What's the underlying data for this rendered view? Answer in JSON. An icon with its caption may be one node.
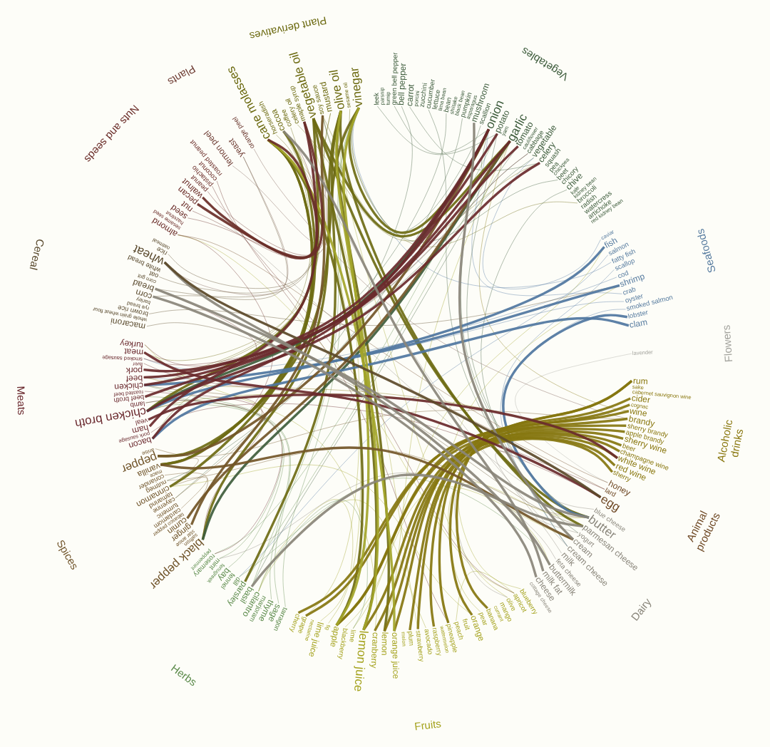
{
  "diagram": {
    "nodes": [
      {
        "text": [
          "cane molasses"
        ]
      },
      {
        "text": [
          "horseradish"
        ]
      },
      {
        "text": [
          "cocoa"
        ]
      },
      {
        "text": [
          "coffee"
        ]
      },
      {
        "text": [
          "celery oil"
        ]
      },
      {
        "text": [
          "maple syrup"
        ]
      },
      {
        "text": [
          "vegetable oil"
        ]
      },
      {
        "text": [
          "soy sauce"
        ]
      },
      {
        "text": [
          "mustard"
        ]
      },
      {
        "text": [
          "olive oil"
        ]
      },
      {
        "text": [
          "sesame oil"
        ]
      },
      {
        "text": [
          "vinegar"
        ]
      },
      {
        "text": [
          "leek"
        ]
      },
      {
        "text": [
          "parsnip"
        ]
      },
      {
        "text": [
          "turnip"
        ]
      },
      {
        "text": [
          "green bell pepper"
        ]
      },
      {
        "text": [
          "bell pepper"
        ]
      },
      {
        "text": [
          "carrot"
        ]
      },
      {
        "text": [
          "porcini"
        ]
      },
      {
        "text": [
          "zucchini"
        ]
      },
      {
        "text": [
          "cucumber"
        ]
      },
      {
        "text": [
          "lettuce"
        ]
      },
      {
        "text": [
          "lima bean"
        ]
      },
      {
        "text": [
          "bean"
        ]
      },
      {
        "text": [
          "shiitake"
        ]
      },
      {
        "text": [
          "black bean"
        ]
      },
      {
        "text": [
          "pumpkin"
        ]
      },
      {
        "text": [
          "asparagus"
        ]
      },
      {
        "text": [
          "mushroom"
        ]
      },
      {
        "text": [
          "scallion"
        ]
      },
      {
        "text": [
          "onion"
        ]
      },
      {
        "text": [
          "potato"
        ]
      },
      {
        "text": [
          "yam"
        ]
      },
      {
        "text": [
          "garlic"
        ]
      },
      {
        "text": [
          "tomato"
        ]
      },
      {
        "text": [
          "cauliflower"
        ]
      },
      {
        "text": [
          "cabbage"
        ]
      },
      {
        "text": [
          "vegetable"
        ]
      },
      {
        "text": [
          "celery"
        ]
      },
      {
        "text": [
          "squash"
        ]
      },
      {
        "text": [
          "pea"
        ]
      },
      {
        "text": [
          "chickpea"
        ]
      },
      {
        "text": [
          "beet"
        ]
      },
      {
        "text": [
          "chicory"
        ]
      },
      {
        "text": [
          "chive"
        ]
      },
      {
        "text": [
          "kale"
        ]
      },
      {
        "text": [
          "kidney bean"
        ]
      },
      {
        "text": [
          "broccoli"
        ]
      },
      {
        "text": [
          "radish"
        ]
      },
      {
        "text": [
          "watercress"
        ]
      },
      {
        "text": [
          "artichoke"
        ]
      },
      {
        "text": [
          "red kidney bean"
        ]
      },
      {
        "text": [
          "caviar"
        ]
      },
      {
        "text": [
          "fish"
        ]
      },
      {
        "text": [
          "salmon"
        ]
      },
      {
        "text": [
          "fatty fish"
        ]
      },
      {
        "text": [
          "scallop"
        ]
      },
      {
        "text": [
          "cod"
        ]
      },
      {
        "text": [
          "shrimp"
        ]
      },
      {
        "text": [
          "crab"
        ]
      },
      {
        "text": [
          "oyster"
        ]
      },
      {
        "text": [
          "smoked salmon"
        ]
      },
      {
        "text": [
          "lobster"
        ]
      },
      {
        "text": [
          "clam"
        ]
      },
      {
        "text": [
          "lavender"
        ]
      },
      {
        "text": [
          "rum"
        ]
      },
      {
        "text": [
          "sake"
        ]
      },
      {
        "text": [
          "cabernet sauvignon wine"
        ]
      },
      {
        "text": [
          "cider"
        ]
      },
      {
        "text": [
          "cognac"
        ]
      },
      {
        "text": [
          "wine"
        ]
      },
      {
        "text": [
          "brandy"
        ]
      },
      {
        "text": [
          "sherry brandy"
        ]
      },
      {
        "text": [
          "apple brandy"
        ]
      },
      {
        "text": [
          "sherry wine"
        ]
      },
      {
        "text": [
          "beer"
        ]
      },
      {
        "text": [
          "champagne wine"
        ]
      },
      {
        "text": [
          "white wine"
        ]
      },
      {
        "text": [
          "red wine"
        ]
      },
      {
        "text": [
          "sherry"
        ]
      },
      {
        "text": [
          "honey"
        ]
      },
      {
        "text": [
          "lard"
        ]
      },
      {
        "text": [
          "egg"
        ]
      },
      {
        "text": [
          "blue cheese"
        ]
      },
      {
        "text": [
          "butter"
        ]
      },
      {
        "text": [
          "parmesan cheese"
        ]
      },
      {
        "text": [
          "yogurt"
        ]
      },
      {
        "text": [
          "cream"
        ]
      },
      {
        "text": [
          "cream cheese"
        ]
      },
      {
        "text": [
          "milk"
        ]
      },
      {
        "text": [
          "feta cheese"
        ]
      },
      {
        "text": [
          "buttermilk"
        ]
      },
      {
        "text": [
          "milk fat"
        ]
      },
      {
        "text": [
          "cheese"
        ]
      },
      {
        "text": [
          "cottage cheese"
        ]
      },
      {
        "text": [
          "blueberry"
        ]
      },
      {
        "text": [
          "apricot"
        ]
      },
      {
        "text": [
          "olive"
        ]
      },
      {
        "text": [
          "mango"
        ]
      },
      {
        "text": [
          "currant"
        ]
      },
      {
        "text": [
          "banana"
        ]
      },
      {
        "text": [
          "pear"
        ]
      },
      {
        "text": [
          "orange"
        ]
      },
      {
        "text": [
          "fruit"
        ]
      },
      {
        "text": [
          "peach"
        ]
      },
      {
        "text": [
          "pineapple"
        ]
      },
      {
        "text": [
          "watermelon"
        ]
      },
      {
        "text": [
          "raspberry"
        ]
      },
      {
        "text": [
          "avocado"
        ]
      },
      {
        "text": [
          "strawberry"
        ]
      },
      {
        "text": [
          "plum"
        ]
      },
      {
        "text": [
          "melon"
        ]
      },
      {
        "text": [
          "orange juice"
        ]
      },
      {
        "text": [
          "lemon"
        ]
      },
      {
        "text": [
          "cranberry"
        ]
      },
      {
        "text": [
          "lemon juice"
        ]
      },
      {
        "text": [
          "lime"
        ]
      },
      {
        "text": [
          "blackberry"
        ]
      },
      {
        "text": [
          "apple"
        ]
      },
      {
        "text": [
          "fig"
        ]
      },
      {
        "text": [
          "lime juice"
        ]
      },
      {
        "text": [
          "nectarine"
        ]
      },
      {
        "text": [
          "grape"
        ]
      },
      {
        "text": [
          "cherry"
        ]
      },
      {
        "text": [
          "tarragon"
        ]
      },
      {
        "text": [
          "sage"
        ]
      },
      {
        "text": [
          "thyme"
        ]
      },
      {
        "text": [
          "marjoram"
        ]
      },
      {
        "text": [
          "cilantro"
        ]
      },
      {
        "text": [
          "basil"
        ]
      },
      {
        "text": [
          "parsley"
        ]
      },
      {
        "text": [
          "dill"
        ]
      },
      {
        "text": [
          "fennel"
        ]
      },
      {
        "text": [
          "bay"
        ]
      },
      {
        "text": [
          "fenugreek"
        ]
      },
      {
        "text": [
          "mint"
        ]
      },
      {
        "text": [
          "rosemary"
        ]
      },
      {
        "text": [
          "peppermint"
        ]
      },
      {
        "text": [
          "black pepper"
        ]
      },
      {
        "text": [
          "saffron"
        ]
      },
      {
        "text": [
          "star anise"
        ]
      },
      {
        "text": [
          "ginger"
        ]
      },
      {
        "text": [
          "cumin"
        ]
      },
      {
        "text": [
          "tabasco pepper"
        ]
      },
      {
        "text": [
          "cardamom"
        ]
      },
      {
        "text": [
          "turmeric"
        ]
      },
      {
        "text": [
          "cayenne"
        ]
      },
      {
        "text": [
          "tamarind"
        ]
      },
      {
        "text": [
          "cinnamon"
        ]
      },
      {
        "text": [
          "nutmeg"
        ]
      },
      {
        "text": [
          "coriander"
        ]
      },
      {
        "text": [
          "mace"
        ]
      },
      {
        "text": [
          "vanilla"
        ]
      },
      {
        "text": [
          "pepper"
        ]
      },
      {
        "text": [
          "anise"
        ]
      },
      {
        "text": [
          "bacon"
        ]
      },
      {
        "text": [
          "pork sausage"
        ]
      },
      {
        "text": [
          "ham"
        ]
      },
      {
        "text": [
          "veal"
        ]
      },
      {
        "text": [
          "chicken broth"
        ]
      },
      {
        "text": [
          "lamb"
        ]
      },
      {
        "text": [
          "beef broth"
        ]
      },
      {
        "text": [
          "roasted beef"
        ]
      },
      {
        "text": [
          "chicken"
        ]
      },
      {
        "text": [
          "beef"
        ]
      },
      {
        "text": [
          "pork"
        ]
      },
      {
        "text": [
          "liver"
        ]
      },
      {
        "text": [
          "smoked sausage"
        ]
      },
      {
        "text": [
          "meat"
        ]
      },
      {
        "text": [
          "turkey"
        ]
      },
      {
        "text": [
          "macaroni"
        ]
      },
      {
        "text": [
          "whole grain wheat flour"
        ]
      },
      {
        "text": [
          "brown rice"
        ]
      },
      {
        "text": [
          "rye bread"
        ]
      },
      {
        "text": [
          "barley"
        ]
      },
      {
        "text": [
          "corn"
        ]
      },
      {
        "text": [
          "bread"
        ]
      },
      {
        "text": [
          "corn grit"
        ]
      },
      {
        "text": [
          "oat"
        ]
      },
      {
        "text": [
          "white bread"
        ]
      },
      {
        "text": [
          "wheat"
        ]
      },
      {
        "text": [
          "rice"
        ]
      },
      {
        "text": [
          "oatmeal"
        ]
      },
      {
        "text": [
          "almond"
        ]
      },
      {
        "text": [
          "sesame seed"
        ]
      },
      {
        "text": [
          "hazelnut"
        ]
      },
      {
        "text": [
          "seed"
        ]
      },
      {
        "text": [
          "nut"
        ]
      },
      {
        "text": [
          "pecan"
        ]
      },
      {
        "text": [
          "walnut"
        ]
      },
      {
        "text": [
          "peanut"
        ]
      },
      {
        "text": [
          "pistachio"
        ]
      },
      {
        "text": [
          "coconut"
        ]
      },
      {
        "text": [
          "roasted peanut"
        ]
      },
      {
        "text": [
          "lemon peel"
        ]
      },
      {
        "text": [
          "yeast"
        ]
      },
      {
        "text": [
          "orange peel"
        ]
      }
    ],
    "edges": [
      {
        "from": 6,
        "to": 33,
        "arrow": "none",
        "style": "thick"
      },
      {
        "from": 6,
        "to": 159,
        "arrow": "none",
        "style": "thick"
      },
      {
        "from": 9,
        "to": 130,
        "arrow": "none",
        "style": "thick"
      },
      {
        "from": 9,
        "to": 138,
        "arrow": "none",
        "style": "thick"
      },
      {
        "from": 11,
        "to": 30,
        "arrow": "none",
        "style": "thick"
      },
      {
        "from": 11,
        "to": 153,
        "arrow": "none",
        "style": "thick"
      },
      {
        "from": 0,
        "to": 148,
        "arrow": "none",
        "style": "thick"
      },
      {
        "from": 0,
        "to": 152,
        "arrow": "none",
        "style": "thick"
      },
      {
        "from": 8,
        "to": 168,
        "arrow": "none"
      },
      {
        "from": 7,
        "to": 33,
        "arrow": "none"
      },
      {
        "from": 2,
        "to": 152,
        "arrow": "none",
        "style": "thick"
      },
      {
        "from": 5,
        "to": 155,
        "arrow": "none"
      },
      {
        "from": 3,
        "to": 2,
        "arrow": "none"
      },
      {
        "from": 6,
        "to": 84,
        "arrow": "none",
        "style": "thick"
      },
      {
        "from": 9,
        "to": 85,
        "arrow": "none",
        "style": "thick"
      },
      {
        "from": 11,
        "to": 47,
        "arrow": "none"
      },
      {
        "from": 1,
        "to": 164,
        "arrow": "none"
      },
      {
        "from": 10,
        "to": 7,
        "arrow": "none"
      },
      {
        "from": 6,
        "to": 115,
        "arrow": "none",
        "style": "thick"
      },
      {
        "from": 0,
        "to": 118,
        "arrow": "none",
        "style": "thick"
      },
      {
        "from": 9,
        "to": 113,
        "arrow": "none",
        "style": "thick"
      },
      {
        "from": 4,
        "to": 38,
        "arrow": "none"
      },
      {
        "from": 8,
        "to": 163,
        "arrow": "none"
      },
      {
        "from": 30,
        "to": 33,
        "arrow": "none",
        "color": "#3f5d3c"
      },
      {
        "from": 30,
        "to": 159,
        "arrow": "none",
        "style": "thick",
        "color": "#3f5d3c"
      },
      {
        "from": 33,
        "to": 138,
        "arrow": "none",
        "style": "thick",
        "color": "#3f5d3c"
      },
      {
        "from": 34,
        "to": 129,
        "arrow": "none",
        "color": "#3f5d3c"
      },
      {
        "from": 28,
        "to": 84,
        "arrow": "none",
        "color": "#3f5d3c"
      },
      {
        "from": 17,
        "to": 38,
        "arrow": "none",
        "color": "#3f5d3c"
      },
      {
        "from": 16,
        "to": 146,
        "arrow": "none",
        "color": "#3f5d3c"
      },
      {
        "from": 15,
        "to": 30,
        "arrow": "none",
        "color": "#3f5d3c"
      },
      {
        "from": 31,
        "to": 84,
        "arrow": "none",
        "color": "#3f5d3c"
      },
      {
        "from": 44,
        "to": 88,
        "arrow": "none",
        "color": "#3f5d3c"
      },
      {
        "from": 37,
        "to": 159,
        "arrow": "none",
        "color": "#3f5d3c"
      },
      {
        "from": 23,
        "to": 155,
        "arrow": "none",
        "color": "#3f5d3c"
      },
      {
        "from": 20,
        "to": 86,
        "arrow": "none",
        "color": "#3f5d3c"
      },
      {
        "from": 12,
        "to": 31,
        "arrow": "none",
        "color": "#3f5d3c"
      },
      {
        "from": 26,
        "to": 149,
        "arrow": "none",
        "color": "#3f5d3c"
      },
      {
        "from": 42,
        "to": 11,
        "arrow": "none",
        "color": "#3f5d3c"
      },
      {
        "from": 36,
        "to": 165,
        "arrow": "none",
        "color": "#3f5d3c"
      },
      {
        "from": 29,
        "to": 7,
        "arrow": "none",
        "color": "#3f5d3c"
      },
      {
        "from": 53,
        "to": 159,
        "arrow": "none",
        "style": "thick",
        "color": "#4f76a0"
      },
      {
        "from": 58,
        "to": 163,
        "arrow": "none",
        "style": "thick",
        "color": "#4f76a0"
      },
      {
        "from": 63,
        "to": 155,
        "arrow": "none",
        "style": "thick",
        "color": "#4f76a0"
      },
      {
        "from": 62,
        "to": 84,
        "arrow": "none",
        "style": "thick",
        "color": "#4f76a0"
      },
      {
        "from": 57,
        "to": 167,
        "arrow": "none",
        "color": "#4f76a0"
      },
      {
        "from": 60,
        "to": 164,
        "arrow": "none",
        "color": "#4f76a0"
      },
      {
        "from": 55,
        "to": 11,
        "arrow": "none",
        "color": "#4f76a0"
      },
      {
        "from": 59,
        "to": 30,
        "arrow": "none",
        "color": "#4f76a0"
      },
      {
        "from": 61,
        "to": 88,
        "arrow": "none",
        "color": "#4f76a0"
      },
      {
        "from": 54,
        "to": 131,
        "arrow": "none",
        "color": "#4f76a0"
      },
      {
        "from": 56,
        "to": 84,
        "arrow": "none",
        "color": "#4f76a0"
      },
      {
        "from": 52,
        "to": 37,
        "arrow": "none",
        "color": "#4f76a0"
      },
      {
        "from": 64,
        "to": 80,
        "arrow": "none",
        "color": "#a9a9a3"
      },
      {
        "from": 68,
        "to": 118,
        "arrow": "none",
        "style": "thick",
        "color": "#85760f"
      },
      {
        "from": 71,
        "to": 102,
        "arrow": "none",
        "style": "thick",
        "color": "#85760f"
      },
      {
        "from": 73,
        "to": 118,
        "arrow": "none",
        "style": "thick",
        "color": "#85760f"
      },
      {
        "from": 70,
        "to": 122,
        "arrow": "none",
        "style": "thick",
        "color": "#85760f"
      },
      {
        "from": 78,
        "to": 114,
        "arrow": "none",
        "style": "thick",
        "color": "#85760f"
      },
      {
        "from": 77,
        "to": 113,
        "arrow": "none",
        "style": "thick",
        "color": "#85760f"
      },
      {
        "from": 74,
        "to": 110,
        "arrow": "none",
        "style": "thick",
        "color": "#85760f"
      },
      {
        "from": 65,
        "to": 100,
        "arrow": "none",
        "style": "thick",
        "color": "#85760f"
      },
      {
        "from": 76,
        "to": 109,
        "arrow": "none",
        "style": "thick",
        "color": "#85760f"
      },
      {
        "from": 75,
        "to": 115,
        "arrow": "none",
        "style": "thick",
        "color": "#85760f"
      },
      {
        "from": 79,
        "to": 107,
        "arrow": "none",
        "style": "thick",
        "color": "#85760f"
      },
      {
        "from": 69,
        "to": 112,
        "arrow": "none",
        "style": "thick",
        "color": "#85760f"
      },
      {
        "from": 72,
        "to": 123,
        "arrow": "none",
        "style": "thick",
        "color": "#85760f"
      },
      {
        "from": 65,
        "to": 105,
        "arrow": "none",
        "style": "thick",
        "color": "#85760f"
      },
      {
        "from": 77,
        "to": 159,
        "arrow": "none",
        "color": "#85760f"
      },
      {
        "from": 78,
        "to": 164,
        "arrow": "none",
        "color": "#85760f"
      },
      {
        "from": 70,
        "to": 33,
        "arrow": "none",
        "color": "#85760f"
      },
      {
        "from": 80,
        "to": 183,
        "arrow": "none",
        "color": "#6e4522"
      },
      {
        "from": 81,
        "to": 180,
        "arrow": "none",
        "color": "#6e4522"
      },
      {
        "from": 115,
        "to": 9,
        "arrow": "none",
        "style": "thick",
        "color": "#a3a52a"
      },
      {
        "from": 113,
        "to": 33,
        "arrow": "none",
        "color": "#a3a52a"
      },
      {
        "from": 118,
        "to": 11,
        "arrow": "none",
        "style": "thick",
        "color": "#a3a52a"
      },
      {
        "from": 112,
        "to": 0,
        "arrow": "none",
        "style": "thick",
        "color": "#a3a52a"
      },
      {
        "from": 109,
        "to": 5,
        "arrow": "none",
        "color": "#a3a52a"
      },
      {
        "from": 108,
        "to": 128,
        "arrow": "none",
        "color": "#a3a52a"
      },
      {
        "from": 114,
        "to": 169,
        "arrow": "none",
        "color": "#a3a52a"
      },
      {
        "from": 102,
        "to": 148,
        "arrow": "none",
        "color": "#a3a52a"
      },
      {
        "from": 104,
        "to": 96,
        "arrow": "none",
        "color": "#a3a52a"
      },
      {
        "from": 95,
        "to": 91,
        "arrow": "none",
        "color": "#a3a52a"
      },
      {
        "from": 96,
        "to": 183,
        "arrow": "none",
        "color": "#a3a52a"
      },
      {
        "from": 117,
        "to": 87,
        "arrow": "none",
        "color": "#a3a52a"
      },
      {
        "from": 105,
        "to": 58,
        "arrow": "none",
        "color": "#a3a52a"
      },
      {
        "from": 116,
        "to": 53,
        "arrow": "none",
        "color": "#a3a52a"
      },
      {
        "from": 97,
        "to": 9,
        "arrow": "none",
        "color": "#a3a52a"
      },
      {
        "from": 119,
        "to": 2,
        "arrow": "none",
        "color": "#a3a52a"
      },
      {
        "from": 122,
        "to": 11,
        "arrow": "none",
        "color": "#a3a52a"
      },
      {
        "from": 101,
        "to": 84,
        "arrow": "none",
        "color": "#a3a52a"
      },
      {
        "from": 120,
        "to": 128,
        "arrow": "none",
        "color": "#a3a52a"
      },
      {
        "from": 130,
        "to": 33,
        "arrow": "none",
        "color": "#5f8a4c"
      },
      {
        "from": 126,
        "to": 161,
        "arrow": "none",
        "color": "#5f8a4c"
      },
      {
        "from": 125,
        "to": 163,
        "arrow": "none",
        "color": "#5f8a4c"
      },
      {
        "from": 129,
        "to": 11,
        "arrow": "none",
        "color": "#5f8a4c"
      },
      {
        "from": 128,
        "to": 116,
        "arrow": "none",
        "color": "#5f8a4c"
      },
      {
        "from": 136,
        "to": 31,
        "arrow": "none",
        "color": "#5f8a4c"
      },
      {
        "from": 135,
        "to": 160,
        "arrow": "none",
        "color": "#5f8a4c"
      },
      {
        "from": 124,
        "to": 11,
        "arrow": "none",
        "color": "#5f8a4c"
      },
      {
        "from": 133,
        "to": 159,
        "arrow": "none",
        "color": "#5f8a4c"
      },
      {
        "from": 131,
        "to": 91,
        "arrow": "none",
        "color": "#5f8a4c"
      },
      {
        "from": 148,
        "to": 152,
        "arrow": "none",
        "color": "#735628"
      },
      {
        "from": 141,
        "to": 7,
        "arrow": "none",
        "style": "thick",
        "color": "#735628"
      },
      {
        "from": 142,
        "to": 33,
        "arrow": "none",
        "style": "thick",
        "color": "#735628"
      },
      {
        "from": 149,
        "to": 84,
        "arrow": "none",
        "color": "#735628"
      },
      {
        "from": 153,
        "to": 30,
        "arrow": "none",
        "style": "thick",
        "color": "#735628"
      },
      {
        "from": 152,
        "to": 87,
        "arrow": "none",
        "style": "thick",
        "color": "#735628"
      },
      {
        "from": 146,
        "to": 163,
        "arrow": "none",
        "color": "#735628"
      },
      {
        "from": 150,
        "to": 142,
        "arrow": "none",
        "color": "#735628"
      },
      {
        "from": 144,
        "to": 148,
        "arrow": "none",
        "color": "#735628"
      },
      {
        "from": 154,
        "to": 71,
        "arrow": "none",
        "color": "#735628"
      },
      {
        "from": 159,
        "to": 38,
        "arrow": "none",
        "style": "thick",
        "color": "#6a2a2c"
      },
      {
        "from": 163,
        "to": 33,
        "arrow": "none",
        "style": "thick",
        "color": "#6a2a2c"
      },
      {
        "from": 164,
        "to": 30,
        "arrow": "none",
        "style": "thick",
        "color": "#6a2a2c"
      },
      {
        "from": 165,
        "to": 34,
        "arrow": "none",
        "style": "thick",
        "color": "#6a2a2c"
      },
      {
        "from": 155,
        "to": 30,
        "arrow": "none",
        "style": "thick",
        "color": "#6a2a2c"
      },
      {
        "from": 157,
        "to": 5,
        "arrow": "none",
        "style": "thick",
        "color": "#6a2a2c"
      },
      {
        "from": 160,
        "to": 136,
        "arrow": "none",
        "color": "#6a2a2c"
      },
      {
        "from": 161,
        "to": 31,
        "arrow": "none",
        "style": "thick",
        "color": "#6a2a2c"
      },
      {
        "from": 158,
        "to": 77,
        "arrow": "none",
        "style": "thick",
        "color": "#6a2a2c"
      },
      {
        "from": 168,
        "to": 82,
        "arrow": "none",
        "style": "thick",
        "color": "#6a2a2c"
      },
      {
        "from": 169,
        "to": 176,
        "arrow": "none",
        "color": "#6a2a2c"
      },
      {
        "from": 156,
        "to": 82,
        "arrow": "none",
        "color": "#6a2a2c"
      },
      {
        "from": 167,
        "to": 36,
        "arrow": "none",
        "color": "#6a2a2c"
      },
      {
        "from": 166,
        "to": 81,
        "arrow": "none",
        "color": "#6a2a2c"
      },
      {
        "from": 162,
        "to": 138,
        "arrow": "none",
        "color": "#6a2a2c"
      },
      {
        "from": 84,
        "to": 176,
        "arrow": "none",
        "style": "thick",
        "color": "#8a857a"
      },
      {
        "from": 87,
        "to": 28,
        "arrow": "none",
        "style": "thick",
        "color": "#8a857a"
      },
      {
        "from": 89,
        "to": 82,
        "arrow": "none",
        "color": "#8a857a"
      },
      {
        "from": 85,
        "to": 129,
        "arrow": "none",
        "style": "thick",
        "color": "#8a857a"
      },
      {
        "from": 93,
        "to": 175,
        "arrow": "none",
        "style": "thick",
        "color": "#8a857a"
      },
      {
        "from": 88,
        "to": 0,
        "arrow": "none",
        "color": "#8a857a"
      },
      {
        "from": 91,
        "to": 180,
        "arrow": "none",
        "style": "thick",
        "color": "#8a857a"
      },
      {
        "from": 92,
        "to": 2,
        "arrow": "none",
        "style": "thick",
        "color": "#8a857a"
      },
      {
        "from": 86,
        "to": 135,
        "arrow": "none",
        "color": "#8a857a"
      },
      {
        "from": 83,
        "to": 189,
        "arrow": "none",
        "color": "#8a857a"
      },
      {
        "from": 90,
        "to": 97,
        "arrow": "none",
        "color": "#8a857a"
      },
      {
        "from": 176,
        "to": 195,
        "arrow": "none",
        "color": "#5c4a2a"
      },
      {
        "from": 175,
        "to": 6,
        "arrow": "none",
        "color": "#5c4a2a"
      },
      {
        "from": 181,
        "to": 7,
        "arrow": "none",
        "color": "#5c4a2a"
      },
      {
        "from": 178,
        "to": 5,
        "arrow": "none",
        "color": "#5c4a2a"
      },
      {
        "from": 170,
        "to": 85,
        "arrow": "none",
        "color": "#5c4a2a"
      },
      {
        "from": 172,
        "to": 58,
        "arrow": "none",
        "color": "#5c4a2a"
      },
      {
        "from": 180,
        "to": 82,
        "arrow": "none",
        "style": "thick",
        "color": "#5c4a2a"
      },
      {
        "from": 189,
        "to": 0,
        "arrow": "none",
        "style": "thick",
        "color": "#6a2e28"
      },
      {
        "from": 188,
        "to": 5,
        "arrow": "none",
        "style": "thick",
        "color": "#6a2e28"
      },
      {
        "from": 183,
        "to": 152,
        "arrow": "none",
        "color": "#6a2e28"
      },
      {
        "from": 186,
        "to": 11,
        "arrow": "none",
        "color": "#6a2e28"
      },
      {
        "from": 187,
        "to": 2,
        "arrow": "none",
        "color": "#6a2e28"
      },
      {
        "from": 192,
        "to": 105,
        "arrow": "none",
        "color": "#6a2e28"
      },
      {
        "from": 190,
        "to": 7,
        "arrow": "none",
        "color": "#6a2e28"
      },
      {
        "from": 191,
        "to": 96,
        "arrow": "none",
        "color": "#6a2e28"
      },
      {
        "from": 194,
        "to": 0,
        "arrow": "none",
        "color": "#7a5a50"
      },
      {
        "from": 196,
        "to": 71,
        "arrow": "none",
        "color": "#7a5a50"
      },
      {
        "from": 195,
        "to": 180,
        "arrow": "none",
        "color": "#7a5a50"
      }
    ],
    "labels": [
      "Plant derivatives",
      "Vegetables",
      "Seafoods",
      "Flowers",
      "Alcoholic drinks",
      "Animal products",
      "Dairy",
      "Fruits",
      "Herbs",
      "Spices",
      "Meats",
      "Cereal",
      "Nuts and seeds",
      "Plants"
    ]
  }
}
